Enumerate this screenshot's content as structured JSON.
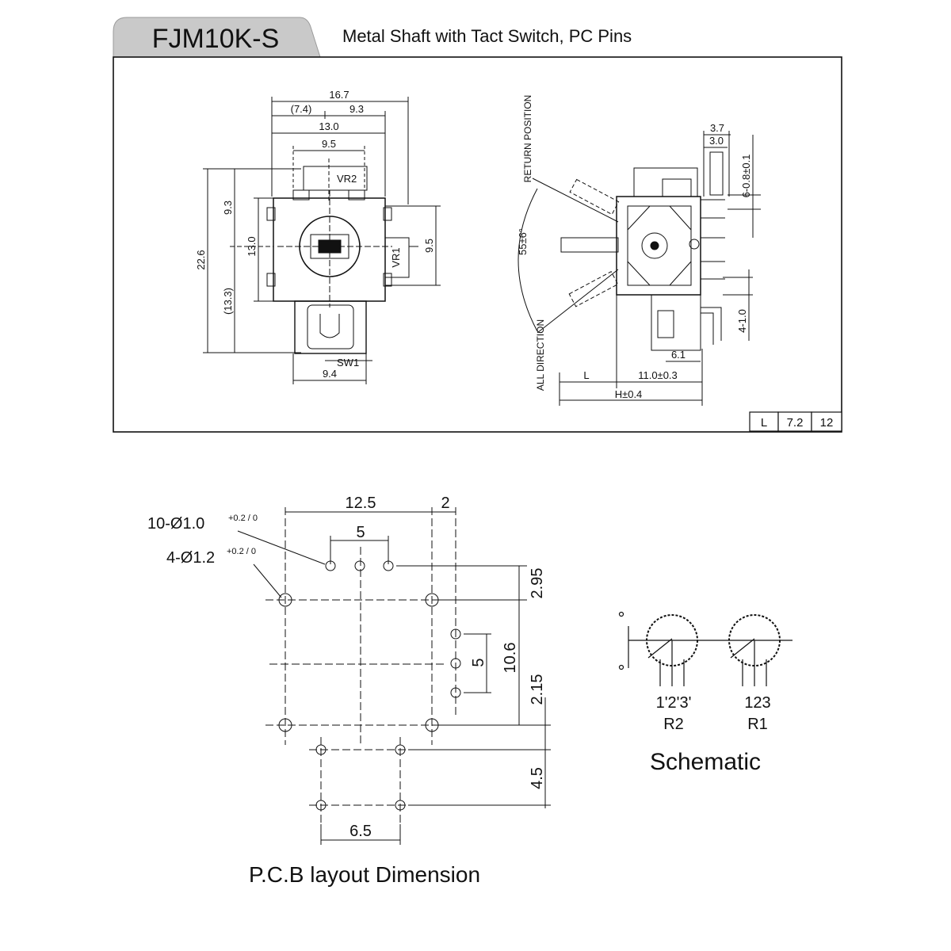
{
  "header": {
    "model": "FJM10K-S",
    "description": "Metal Shaft with Tact Switch, PC Pins"
  },
  "front_view": {
    "dim_width_total": "16.7",
    "dim_left_offset": "(7.4)",
    "dim_right_offset": "9.3",
    "dim_body_width": "13.0",
    "dim_pin_pitch": "9.5",
    "dim_height_total": "22.6",
    "dim_upper_height": "9.3",
    "dim_lower_height": "(13.3)",
    "dim_body_height": "13.0",
    "dim_side_pitch": "9.5",
    "dim_switch_width": "9.4",
    "label_vr2": "VR2",
    "label_vr1": "VR1",
    "label_sw1": "SW1"
  },
  "side_view": {
    "label_return_position": "RETURN POSITION",
    "label_all_direction": "ALL DIRECTION",
    "dim_angle": "55±6°",
    "dim_top_width": "3.7",
    "dim_top_inner": "3.0",
    "dim_pin_length": "6-0.8±0.1",
    "dim_switch_pin": "4-1.0",
    "dim_switch_width": "6.1",
    "dim_shaft_l": "L",
    "dim_body_depth": "11.0±0.3",
    "dim_total_h": "H±0.4",
    "table_cells": [
      "L",
      "7.2",
      "12"
    ]
  },
  "pcb_layout": {
    "hole_spec_small": "10-Ø1.0",
    "hole_spec_small_tol": "+0.2 / 0",
    "hole_spec_large": "4-Ø1.2",
    "hole_spec_large_tol": "+0.2 / 0",
    "dim_mount_pitch_x": "12.5",
    "dim_offset_x": "2",
    "dim_pin_pitch_top": "5",
    "dim_top_offset": "2.95",
    "dim_mount_pitch_y": "10.6",
    "dim_side_pitch": "5",
    "dim_bottom_offset": "2.15",
    "dim_switch_pitch_y": "4.5",
    "dim_switch_pitch_x": "6.5",
    "title": "P.C.B layout Dimension"
  },
  "schematic": {
    "pins_r2": "1'2'3'",
    "label_r2": "R2",
    "pins_r1": "123",
    "label_r1": "R1",
    "title": "Schematic"
  }
}
